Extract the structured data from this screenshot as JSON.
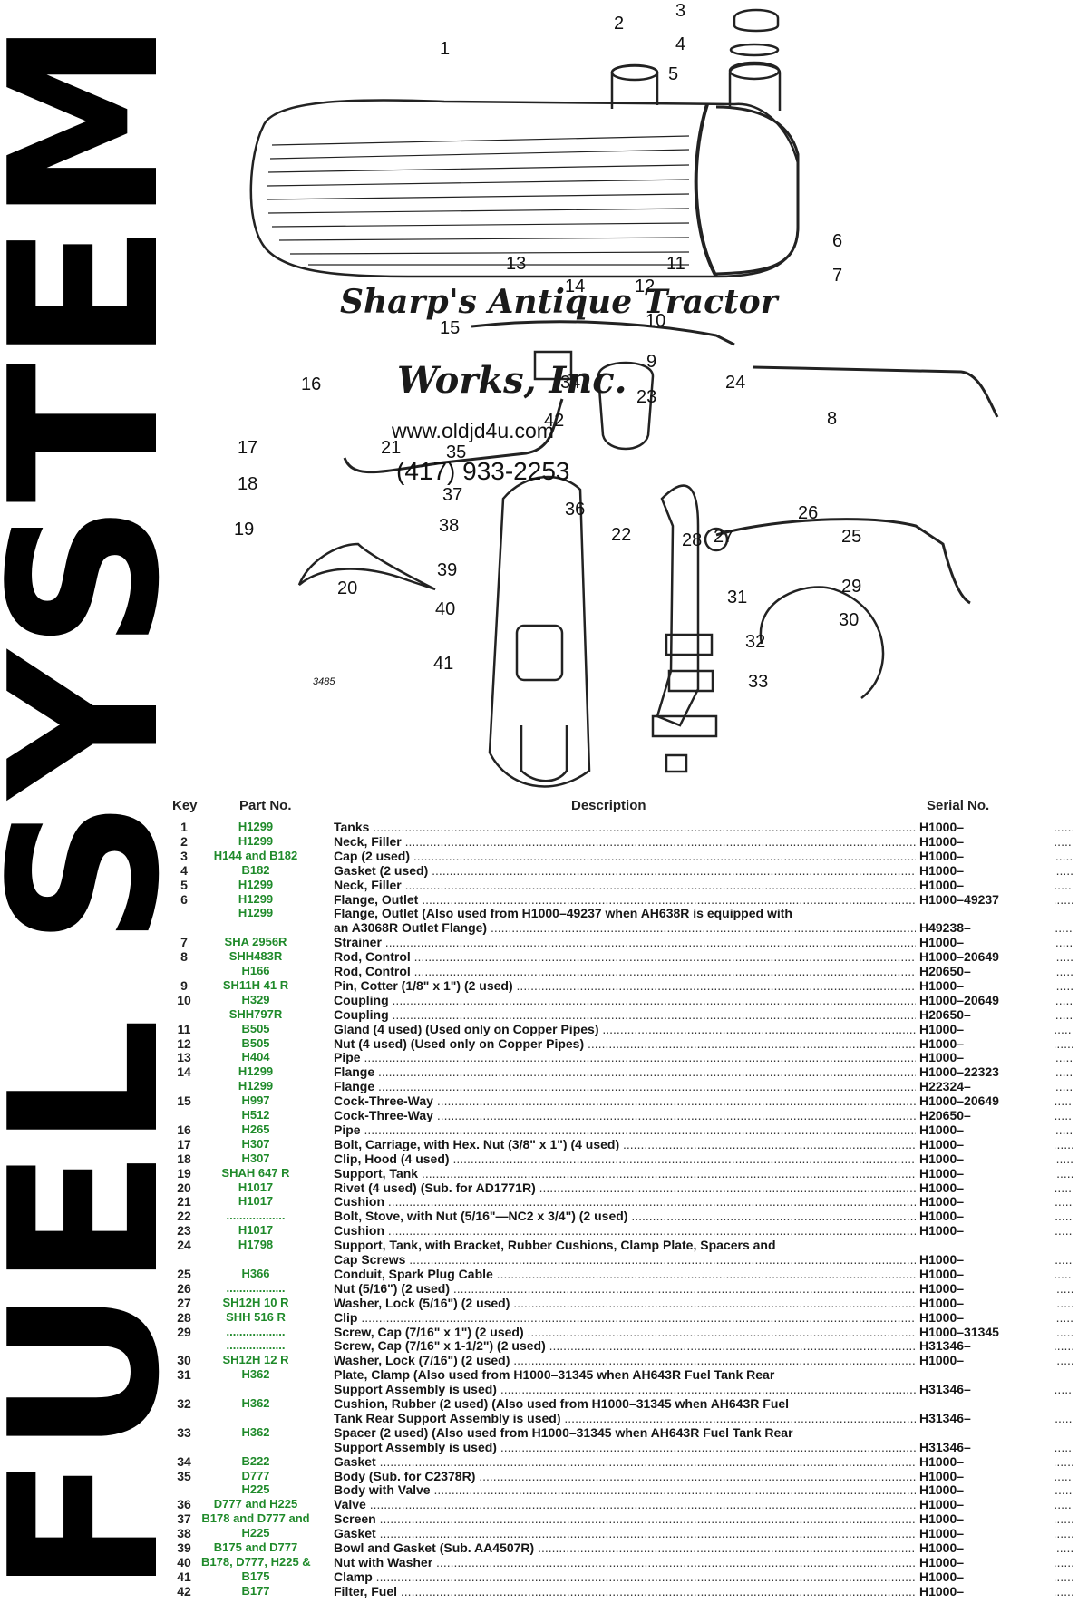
{
  "title": "FUEL SYSTEM",
  "dealer": {
    "name_line1": "Sharp's Antique Tractor",
    "name_line2": "Works, Inc.",
    "website": "www.oldjd4u.com",
    "phone": "(417) 933-2253"
  },
  "figure_number": "3485",
  "callouts": [
    "1",
    "2",
    "3",
    "4",
    "5",
    "6",
    "7",
    "8",
    "9",
    "10",
    "11",
    "12",
    "13",
    "14",
    "15",
    "16",
    "17",
    "18",
    "19",
    "20",
    "21",
    "22",
    "23",
    "24",
    "25",
    "26",
    "27",
    "28",
    "29",
    "30",
    "31",
    "32",
    "33",
    "34",
    "35",
    "36",
    "37",
    "38",
    "39",
    "40",
    "41",
    "42"
  ],
  "table": {
    "headers": {
      "key": "Key",
      "part": "Part No.",
      "description": "Description",
      "serial": "Serial No."
    },
    "rows": [
      {
        "key": "1",
        "part": "H1299",
        "desc": "Tanks",
        "serial": "H1000–"
      },
      {
        "key": "2",
        "part": "H1299",
        "desc": "Neck, Filler",
        "serial": "H1000–"
      },
      {
        "key": "3",
        "part": "H144 and B182",
        "desc": "Cap (2 used)",
        "serial": "H1000–"
      },
      {
        "key": "4",
        "part": "B182",
        "desc": "Gasket (2 used)",
        "serial": "H1000–"
      },
      {
        "key": "5",
        "part": "H1299",
        "desc": "Neck, Filler",
        "serial": "H1000–"
      },
      {
        "key": "6",
        "part": "H1299",
        "desc": "Flange, Outlet",
        "serial": "H1000–49237"
      },
      {
        "key": "",
        "part": "H1299",
        "desc": "Flange, Outlet (Also used from H1000–49237 when AH638R is equipped with",
        "serial": "",
        "cont": true
      },
      {
        "key": "",
        "part": "",
        "desc": "      an A3068R Outlet Flange)",
        "serial": "H49238–"
      },
      {
        "key": "7",
        "part": "SHA 2956R",
        "desc": "Strainer",
        "serial": "H1000–"
      },
      {
        "key": "8",
        "part": "SHH483R",
        "desc": "Rod, Control",
        "serial": "H1000–20649"
      },
      {
        "key": "",
        "part": "H166",
        "desc": "Rod, Control",
        "serial": "H20650–"
      },
      {
        "key": "9",
        "part": "SH11H 41 R",
        "desc": "Pin, Cotter (1/8\" x 1\") (2 used)",
        "serial": "H1000–"
      },
      {
        "key": "10",
        "part": "H329",
        "desc": "Coupling",
        "serial": "H1000–20649"
      },
      {
        "key": "",
        "part": "SHH797R",
        "desc": "Coupling",
        "serial": "H20650–"
      },
      {
        "key": "11",
        "part": "B505",
        "desc": "Gland (4 used) (Used only on Copper Pipes)",
        "serial": "H1000–"
      },
      {
        "key": "12",
        "part": "B505",
        "desc": "Nut (4 used) (Used only on Copper Pipes)",
        "serial": "H1000–"
      },
      {
        "key": "13",
        "part": "H404",
        "desc": "Pipe",
        "serial": "H1000–"
      },
      {
        "key": "14",
        "part": "H1299",
        "desc": "Flange",
        "serial": "H1000–22323"
      },
      {
        "key": "",
        "part": "H1299",
        "desc": "Flange",
        "serial": "H22324–"
      },
      {
        "key": "15",
        "part": "H997",
        "desc": "Cock-Three-Way",
        "serial": "H1000–20649"
      },
      {
        "key": "",
        "part": "H512",
        "desc": "Cock-Three-Way",
        "serial": "H20650–"
      },
      {
        "key": "16",
        "part": "H265",
        "desc": "Pipe",
        "serial": "H1000–"
      },
      {
        "key": "17",
        "part": "H307",
        "desc": "Bolt, Carriage, with Hex. Nut (3/8\" x 1\") (4 used)",
        "serial": "H1000–"
      },
      {
        "key": "18",
        "part": "H307",
        "desc": "Clip, Hood (4 used)",
        "serial": "H1000–"
      },
      {
        "key": "19",
        "part": "SHAH 647 R",
        "desc": "Support, Tank",
        "serial": "H1000–"
      },
      {
        "key": "20",
        "part": "H1017",
        "desc": "Rivet (4 used) (Sub. for AD1771R)",
        "serial": "H1000–"
      },
      {
        "key": "21",
        "part": "H1017",
        "desc": "Cushion",
        "serial": "H1000–"
      },
      {
        "key": "22",
        "part": "..................",
        "desc": "Bolt, Stove, with Nut (5/16\"—NC2 x 3/4\") (2 used)",
        "serial": "H1000–"
      },
      {
        "key": "23",
        "part": "H1017",
        "desc": "Cushion",
        "serial": "H1000–"
      },
      {
        "key": "24",
        "part": "H1798",
        "desc": "Support, Tank, with Bracket, Rubber Cushions, Clamp Plate, Spacers and",
        "serial": "",
        "cont": true
      },
      {
        "key": "",
        "part": "",
        "desc": "   Cap Screws",
        "serial": "H1000–"
      },
      {
        "key": "25",
        "part": "H366",
        "desc": "Conduit, Spark Plug Cable",
        "serial": "H1000–"
      },
      {
        "key": "26",
        "part": "..................",
        "desc": "Nut (5/16\") (2 used)",
        "serial": "H1000–"
      },
      {
        "key": "27",
        "part": "SH12H 10 R",
        "desc": "Washer, Lock (5/16\") (2 used)",
        "serial": "H1000–"
      },
      {
        "key": "28",
        "part": "SHH 516 R",
        "desc": "Clip",
        "serial": "H1000–"
      },
      {
        "key": "29",
        "part": "..................",
        "desc": "Screw, Cap (7/16\" x 1\") (2 used)",
        "serial": "H1000–31345"
      },
      {
        "key": "",
        "part": "..................",
        "desc": "Screw, Cap (7/16\" x 1-1/2\") (2 used)",
        "serial": "H31346–"
      },
      {
        "key": "30",
        "part": "SH12H 12 R",
        "desc": "Washer, Lock (7/16\") (2 used)",
        "serial": "H1000–"
      },
      {
        "key": "31",
        "part": "H362",
        "desc": "Plate, Clamp (Also used from H1000–31345 when AH643R Fuel Tank Rear",
        "serial": "",
        "cont": true
      },
      {
        "key": "",
        "part": "",
        "desc": "   Support Assembly is used)",
        "serial": "H31346–"
      },
      {
        "key": "32",
        "part": "H362",
        "desc": "Cushion, Rubber (2 used) (Also used from H1000–31345 when AH643R Fuel",
        "serial": "",
        "cont": true
      },
      {
        "key": "",
        "part": "",
        "desc": "   Tank Rear Support Assembly is used)",
        "serial": "H31346–"
      },
      {
        "key": "33",
        "part": "H362",
        "desc": "Spacer (2 used) (Also used from H1000–31345 when AH643R Fuel Tank Rear",
        "serial": "",
        "cont": true
      },
      {
        "key": "",
        "part": "",
        "desc": "   Support Assembly is used)",
        "serial": "H31346–"
      },
      {
        "key": "34",
        "part": "B222",
        "desc": "Gasket",
        "serial": "H1000–"
      },
      {
        "key": "35",
        "part": "D777",
        "desc": "Body (Sub. for C2378R)",
        "serial": "H1000–"
      },
      {
        "key": "",
        "part": "H225",
        "desc": "Body with Valve",
        "serial": "H1000–"
      },
      {
        "key": "36",
        "part": "D777 and H225",
        "desc": "Valve",
        "serial": "H1000–"
      },
      {
        "key": "37",
        "part": "B178 and D777 and",
        "desc": "Screen",
        "serial": "H1000–"
      },
      {
        "key": "38",
        "part": "H225",
        "desc": "Gasket",
        "serial": "H1000–"
      },
      {
        "key": "39",
        "part": "B175 and D777",
        "desc": "Bowl and Gasket (Sub. AA4507R)",
        "serial": "H1000–"
      },
      {
        "key": "40",
        "part": "B178, D777, H225 &",
        "desc": "Nut with Washer",
        "serial": "H1000–"
      },
      {
        "key": "41",
        "part": "B175",
        "desc": "Clamp",
        "serial": "H1000–"
      },
      {
        "key": "42",
        "part": "B177",
        "desc": "Filter, Fuel",
        "serial": "H1000–"
      }
    ]
  }
}
